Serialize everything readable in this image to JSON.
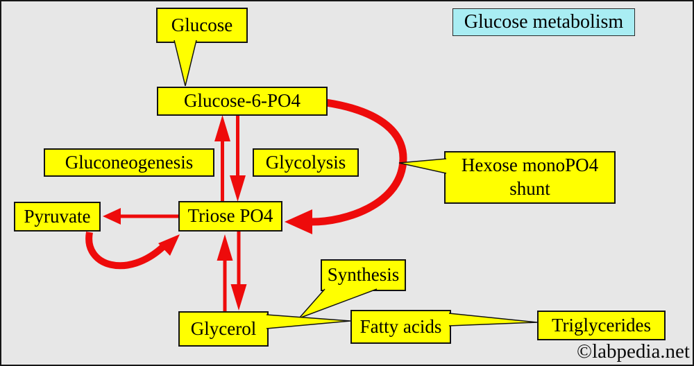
{
  "title": {
    "label": "Glucose metabolism"
  },
  "watermark": {
    "text": "©labpedia.net"
  },
  "colors": {
    "background": "#e7e7e7",
    "node_fill": "#ffff00",
    "node_border": "#121212",
    "title_fill": "#a9edf3",
    "arrow": "#ee0b0b",
    "text": "#000000"
  },
  "nodes": {
    "glucose": {
      "label": "Glucose"
    },
    "glucose6po4": {
      "label": "Glucose-6-PO4"
    },
    "gluconeogenesis": {
      "label": "Gluconeogenesis"
    },
    "glycolysis": {
      "label": "Glycolysis"
    },
    "hexose_shunt": {
      "line1": "Hexose monoPO4",
      "line2": "shunt"
    },
    "pyruvate": {
      "label": "Pyruvate"
    },
    "triose_po4": {
      "label": "Triose PO4"
    },
    "glycerol": {
      "label": "Glycerol"
    },
    "synthesis": {
      "label": "Synthesis"
    },
    "fatty_acids": {
      "label": "Fatty acids"
    },
    "triglycerides": {
      "label": "Triglycerides"
    }
  },
  "edges": [
    "glucose -> glucose6po4 (callout pointer)",
    "triose_po4 -> glucose6po4 (up arrow, gluconeogenesis)",
    "glucose6po4 -> triose_po4 (down arrow, glycolysis)",
    "triose_po4 -> pyruvate (left arrow)",
    "pyruvate -> triose_po4 (curved arrow)",
    "glucose6po4 -> triose_po4 (large right curve, hexose monoPO4 shunt)",
    "glycerol -> triose_po4 (up arrow)",
    "triose_po4 -> glycerol (down arrow)",
    "synthesis -> glycerol (callout pointer)",
    "glycerol -> fatty_acids (wedge connector)",
    "fatty_acids -> triglycerides (wedge connector)"
  ]
}
